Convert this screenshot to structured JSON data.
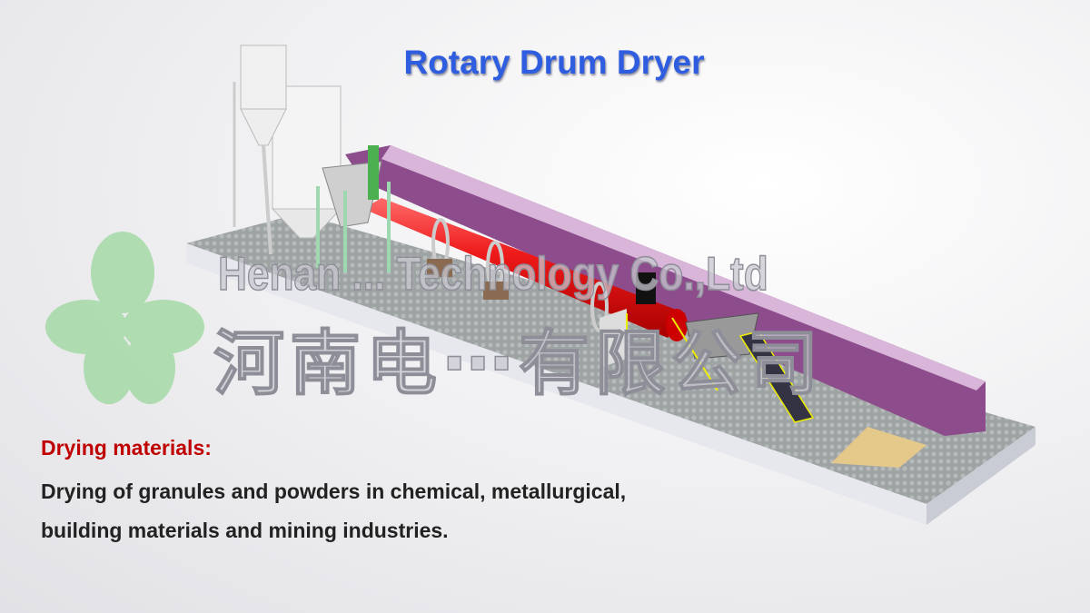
{
  "slide": {
    "title": "Rotary Drum Dryer",
    "caption": {
      "heading": "Drying materials:",
      "line1": "Drying of granules and powders in chemical, metallurgical,",
      "line2": "building materials and mining industries."
    },
    "watermark": {
      "english": "Henan ... Technology Co.,Ltd",
      "chinese": "河南电⋯有限公司"
    }
  },
  "colors": {
    "title": "#2e5de0",
    "heading": "#c00000",
    "drum": "#e81414",
    "trough": "#8d4d8d",
    "frame": "#9ed8b0",
    "logo": "#7fcf7f"
  }
}
